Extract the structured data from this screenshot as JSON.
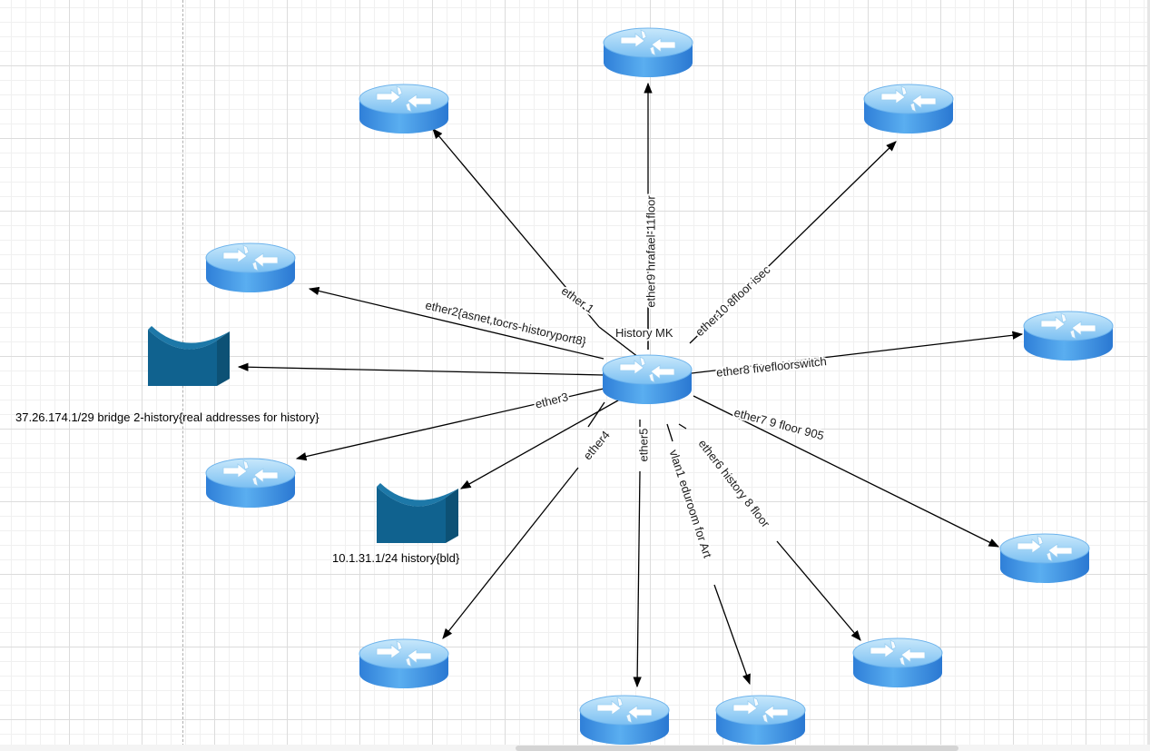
{
  "diagram": {
    "center": {
      "label": "History MK",
      "icon": "router-icon"
    },
    "links": [
      {
        "id": "ether1",
        "label": "ether 1",
        "target_icon": "router-icon"
      },
      {
        "id": "ether9",
        "label": "ether9 hrafael-11floor",
        "target_icon": "router-icon"
      },
      {
        "id": "ether10",
        "label": "ether10 8floor isec",
        "target_icon": "router-icon"
      },
      {
        "id": "ether2",
        "label": "ether2{asnet,tocrs-historyport8}",
        "target_icon": "router-icon"
      },
      {
        "id": "bridge",
        "label": "",
        "target_icon": "subnet-bridge-icon"
      },
      {
        "id": "ether3",
        "label": "ether3",
        "target_icon": "router-icon"
      },
      {
        "id": "bld",
        "label": "",
        "target_icon": "subnet-bridge-icon"
      },
      {
        "id": "ether8",
        "label": "ether8 fivefloorswitch",
        "target_icon": "router-icon"
      },
      {
        "id": "ether7",
        "label": "ether7  9 floor 905",
        "target_icon": "router-icon"
      },
      {
        "id": "ether4",
        "label": "ether4",
        "target_icon": "router-icon"
      },
      {
        "id": "ether5",
        "label": "ether5",
        "target_icon": "router-icon"
      },
      {
        "id": "vlan1",
        "label": "vlan1 eduroom for Art",
        "target_icon": "router-icon"
      },
      {
        "id": "ether6",
        "label": "ether6 history 8 floor",
        "target_icon": "router-icon"
      }
    ],
    "subnets": {
      "bridge": "37.26.174.1/29 bridge 2-history{real addresses for history}",
      "bld": "10.1.31.1/24 history{bld}"
    }
  },
  "colors": {
    "router_top": "#a9d8f7",
    "router_side": "#3d8fe0",
    "bridge": "#10628f",
    "edge": "#000000",
    "grid": "#dcdcdc"
  }
}
